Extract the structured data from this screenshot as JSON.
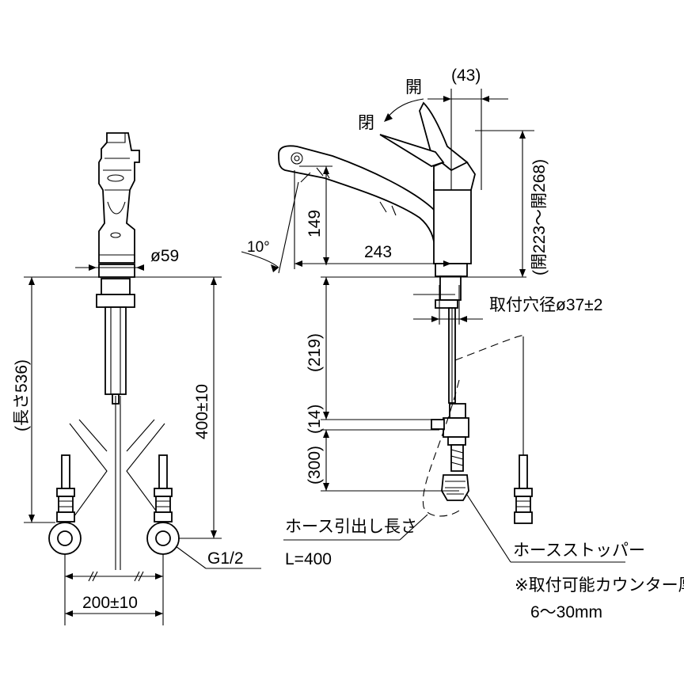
{
  "left_view": {
    "diameter": "ø59",
    "total_length": "(長さ536)",
    "supply_length": "400±10",
    "thread": "G1/2",
    "spacing": "200±10"
  },
  "right_view": {
    "spout_angle": "10°",
    "height_149": "149",
    "reach_243": "243",
    "lever_width": "(43)",
    "lever_open_label_top": "開",
    "lever_close_label": "閉",
    "open_height": "(開223～開268)",
    "mount_hole": "取付穴径ø37±2",
    "below_219": "(219)",
    "below_14": "(14)",
    "below_300": "(300)",
    "hose_pull_label": "ホース引出し長さ",
    "hose_length": "L=400",
    "hose_stopper": "ホースストッパー",
    "counter_note": "※取付可能カウンター厚さ",
    "counter_range": "6～30mm"
  }
}
